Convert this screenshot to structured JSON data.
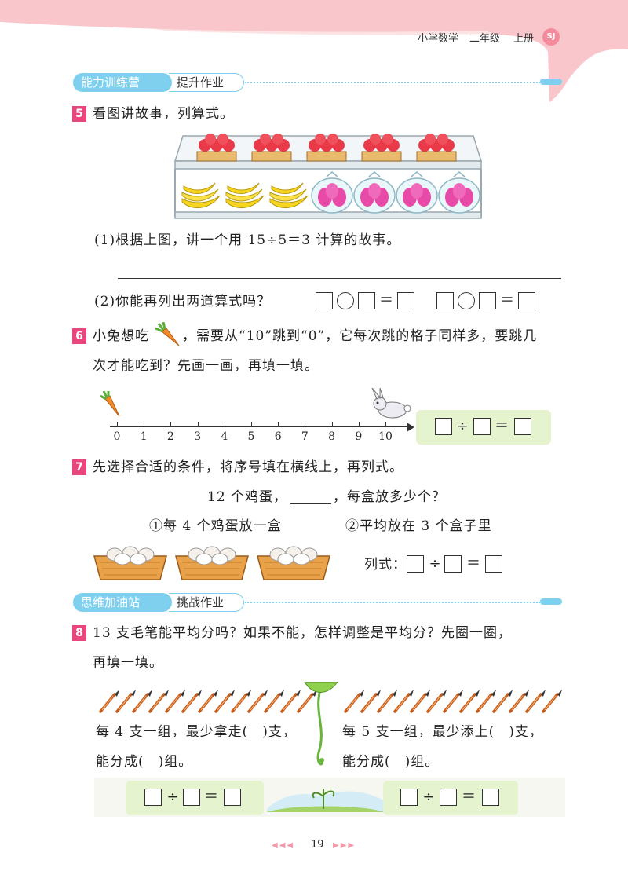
{
  "header": {
    "subject": "小学数学",
    "grade": "二年级",
    "volume": "上册",
    "badge": "SJ"
  },
  "section1": {
    "title": "能力训练营",
    "subtitle": "提升作业"
  },
  "q5": {
    "number": "5",
    "prompt": "看图讲故事，列算式。",
    "part1": "(1)根据上图，讲一个用 15÷5＝3 计算的故事。",
    "part2": "(2)你能再列出两道算式吗？",
    "eq_op": "＝"
  },
  "q6": {
    "number": "6",
    "line1_a": "小兔想吃",
    "line1_b": "，需要从“10”跳到“0”，它每次跳的格子同样多，要跳几",
    "line2": "次才能吃到？先画一画，再填一填。",
    "ticks": [
      "0",
      "1",
      "2",
      "3",
      "4",
      "5",
      "6",
      "7",
      "8",
      "9",
      "10"
    ],
    "div_op": "÷",
    "eq_op": "＝"
  },
  "q7": {
    "number": "7",
    "prompt": "先选择合适的条件，将序号填在横线上，再列式。",
    "problem_a": "12 个鸡蛋，",
    "problem_b": "，每盒放多少个？",
    "option1": "①每 4 个鸡蛋放一盒",
    "option2": "②平均放在 3 个盒子里",
    "formula_label": "列式：",
    "div_op": "÷",
    "eq_op": "＝"
  },
  "section2": {
    "title": "思维加油站",
    "subtitle": "挑战作业"
  },
  "q8": {
    "number": "8",
    "line1": "13 支毛笔能平均分吗？如果不能，怎样调整是平均分？先圈一圈，",
    "line2": "再填一填。",
    "left_a": "每 4 支一组，最少拿走(　)支，",
    "left_b": "能分成(　)组。",
    "right_a": "每 5 支一组，最少添上(　)支，",
    "right_b": "能分成(　)组。",
    "div_op": "÷",
    "eq_op": "＝"
  },
  "footer": {
    "page": "19",
    "left_arrows": "◀◀◀",
    "right_arrows": "▶▶▶"
  },
  "colors": {
    "pink": "#f9c6cc",
    "accent": "#e8467c",
    "section": "#7fd0ee",
    "panel": "#e6f3cf"
  }
}
